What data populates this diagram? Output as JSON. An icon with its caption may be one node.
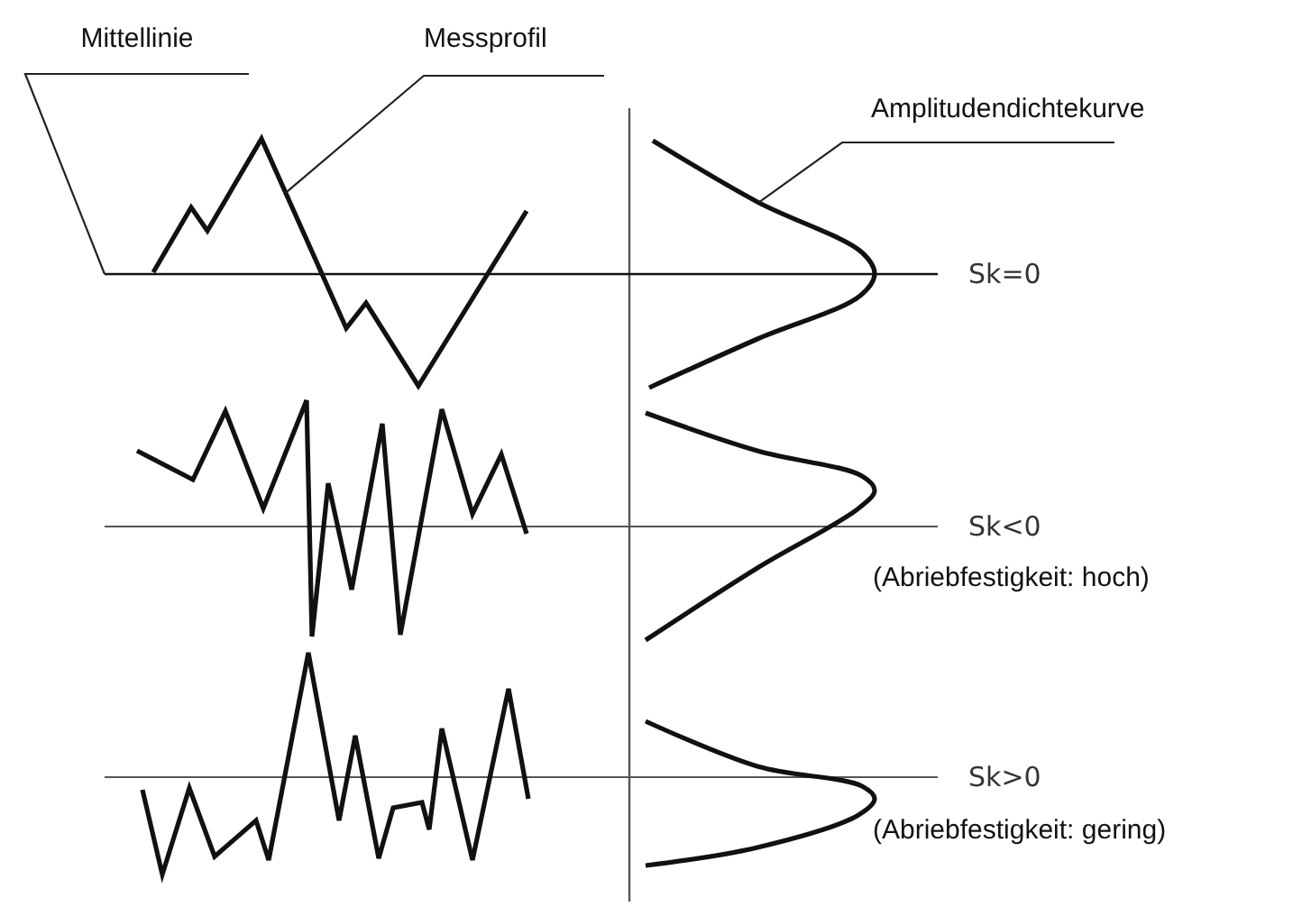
{
  "diagram": {
    "nodes": [
      {
        "text": [
          "Mittellinie"
        ]
      },
      {
        "text": [],
        "shape": "line"
      },
      {
        "text": [
          "Messprofil"
        ]
      },
      {
        "text": [],
        "shape": "line"
      },
      {
        "text": [
          "Amplitudendichtekurve"
        ]
      },
      {
        "text": [],
        "shape": "curve"
      }
    ],
    "edges": [
      {
        "from": 0,
        "to": 1,
        "arrow": "none"
      },
      {
        "from": 2,
        "to": 3,
        "arrow": "none"
      },
      {
        "from": 4,
        "to": 5,
        "arrow": "none"
      }
    ],
    "labels": [
      "Sk=0",
      "Sk<0",
      "(Abriebfestigkeit: hoch)",
      "Sk>0",
      "(Abriebfestigkeit: gering)"
    ]
  }
}
